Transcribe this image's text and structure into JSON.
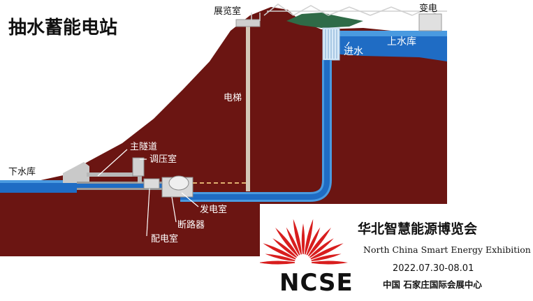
{
  "diagram": {
    "title": "抽水蓄能电站",
    "labels": {
      "exhibition_room": "展览室",
      "substation": "变电",
      "upper_reservoir": "上水库",
      "water_inlet": "进水",
      "elevator": "电梯",
      "main_tunnel": "主隧道",
      "surge_chamber": "调压室",
      "lower_reservoir": "下水库",
      "power_room": "发电室",
      "circuit_breaker": "断路器",
      "distribution_room": "配电室"
    },
    "colors": {
      "mountain": "#6b1512",
      "water": "#1f6cc4",
      "water_light": "#4a9ae0",
      "grey_structure": "#c9c9c9",
      "logo_red": "#d81e1e"
    }
  },
  "logo": {
    "acronym": "NCSE",
    "chinese_name": "华北智慧能源博览会",
    "english_name": "North China Smart Energy Exhibition",
    "dates": "2022.07.30-08.01",
    "venue": "中国 石家庄国际会展中心"
  }
}
